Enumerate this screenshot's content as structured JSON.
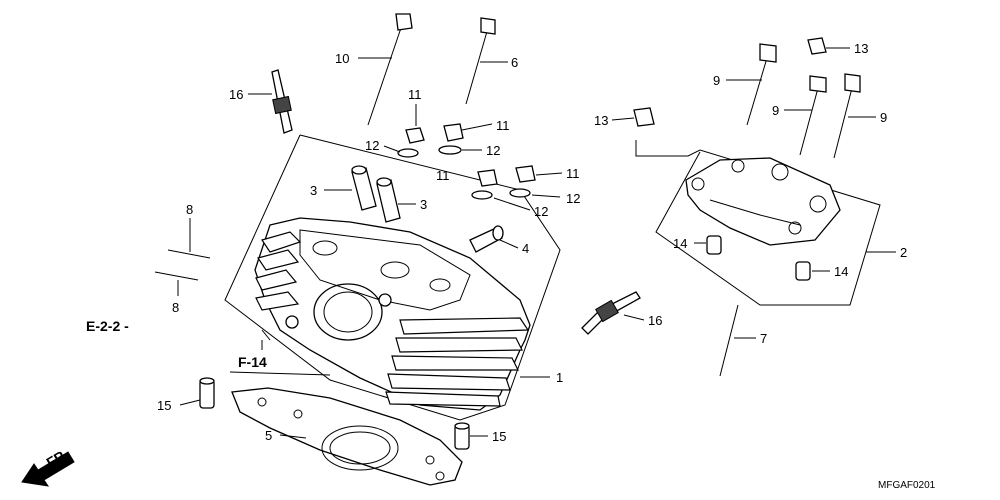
{
  "callouts": {
    "p1": "1",
    "p2": "2",
    "p3a": "3",
    "p3b": "3",
    "p4": "4",
    "p5": "5",
    "p6": "6",
    "p7": "7",
    "p8a": "8",
    "p8b": "8",
    "p9a": "9",
    "p9b": "9",
    "p9c": "9",
    "p10": "10",
    "p11a": "11",
    "p11b": "11",
    "p11c": "11",
    "p11d": "11",
    "p12a": "12",
    "p12b": "12",
    "p12c": "12",
    "p12d": "12",
    "p13a": "13",
    "p13b": "13",
    "p14a": "14",
    "p14b": "14",
    "p15a": "15",
    "p15b": "15",
    "p16a": "16",
    "p16b": "16"
  },
  "refs": {
    "e22": "E-2-2 -",
    "f14": "F-14",
    "fr": "FR."
  },
  "diagram_code": "MFGAF0201",
  "colors": {
    "line": "#000000",
    "background": "#ffffff"
  }
}
